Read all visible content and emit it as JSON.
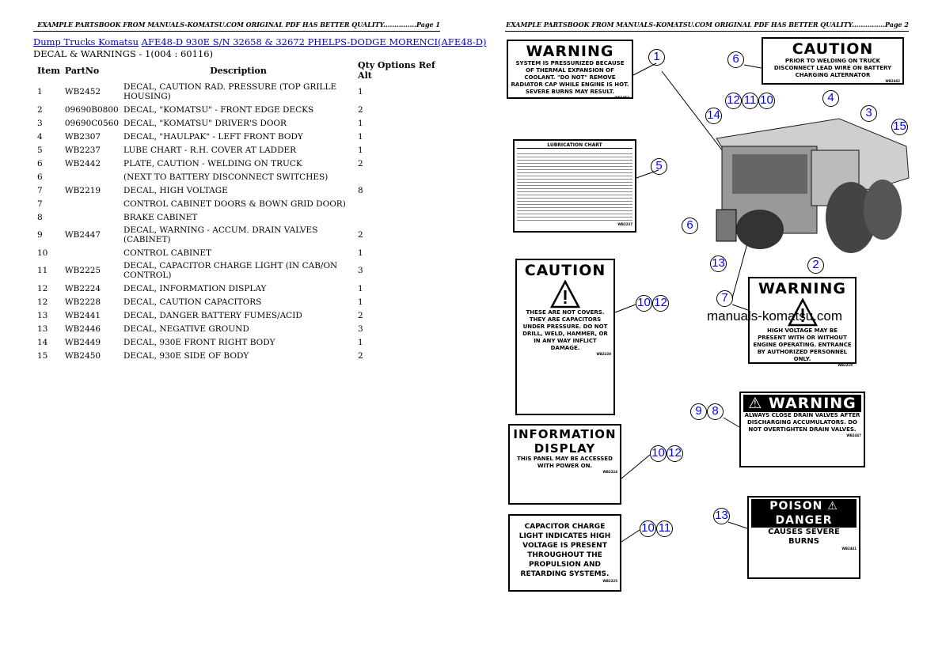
{
  "header_left": "EXAMPLE PARTSBOOK FROM MANUALS-KOMATSU.COM ORIGINAL PDF HAS BETTER QUALITY...............Page 1",
  "header_right": "EXAMPLE PARTSBOOK FROM MANUALS-KOMATSU.COM ORIGINAL PDF HAS BETTER QUALITY...............Page 2",
  "breadcrumb": {
    "link1": "Dump Trucks Komatsu",
    "link2": "AFE48-D 930E S/N 32658 & 32672 PHELPS-DODGE MORENCI(AFE48-D)"
  },
  "section_title": "DECAL & WARNINGS - 1(004 : 60116)",
  "columns": [
    "Item",
    "PartNo",
    "Description",
    "Qty Options Ref Alt"
  ],
  "rows": [
    [
      "1",
      "WB2452",
      "DECAL, CAUTION RAD. PRESSURE (TOP GRILLE HOUSING)",
      "1"
    ],
    [
      "2",
      "09690B0800",
      "DECAL, \"KOMATSU\" - FRONT EDGE DECKS",
      "2"
    ],
    [
      "3",
      "09690C0560",
      "DECAL, \"KOMATSU\" DRIVER'S DOOR",
      "1"
    ],
    [
      "4",
      "WB2307",
      "DECAL, \"HAULPAK\" - LEFT FRONT BODY",
      "1"
    ],
    [
      "5",
      "WB2237",
      "LUBE CHART - R.H. COVER AT LADDER",
      "1"
    ],
    [
      "6",
      "WB2442",
      "PLATE, CAUTION - WELDING ON TRUCK",
      "2"
    ],
    [
      "6",
      "",
      "(NEXT TO BATTERY DISCONNECT SWITCHES)",
      ""
    ],
    [
      "7",
      "WB2219",
      "DECAL, HIGH VOLTAGE",
      "8"
    ],
    [
      "7",
      "",
      "CONTROL CABINET DOORS & BOWN GRID DOOR)",
      ""
    ],
    [
      "8",
      "",
      "BRAKE CABINET",
      ""
    ],
    [
      "9",
      "WB2447",
      "DECAL, WARNING - ACCUM. DRAIN VALVES (CABINET)",
      "2"
    ],
    [
      "10",
      "",
      "CONTROL CABINET",
      "1"
    ],
    [
      "11",
      "WB2225",
      "DECAL, CAPACITOR CHARGE LIGHT (IN CAB/ON CONTROL)",
      "3"
    ],
    [
      "12",
      "WB2224",
      "DECAL, INFORMATION DISPLAY",
      "1"
    ],
    [
      "12",
      "WB2228",
      "DECAL, CAUTION CAPACITORS",
      "1"
    ],
    [
      "13",
      "WB2441",
      "DECAL, DANGER BATTERY FUMES/ACID",
      "2"
    ],
    [
      "13",
      "WB2446",
      "DECAL, NEGATIVE GROUND",
      "3"
    ],
    [
      "14",
      "WB2449",
      "DECAL, 930E FRONT RIGHT BODY",
      "1"
    ],
    [
      "15",
      "WB2450",
      "DECAL, 930E SIDE OF BODY",
      "2"
    ]
  ],
  "diagram": {
    "watermark": "manuals-komatsu.com",
    "decals": [
      {
        "title": "WARNING",
        "body": "SYSTEM IS PRESSURIZED BECAUSE OF THERMAL EXPANSION OF COOLANT. \"DO NOT\" REMOVE RADIATOR CAP WHILE ENGINE IS HOT. SEVERE BURNS MAY RESULT.",
        "code": "WB2452"
      },
      {
        "title": "CAUTION",
        "body": "PRIOR TO WELDING ON TRUCK DISCONNECT LEAD WIRE ON BATTERY CHARGING ALTERNATOR",
        "code": "WB2442"
      },
      {
        "title": "LUBRICATION CHART",
        "body": "",
        "code": "WB2237"
      },
      {
        "title": "CAUTION",
        "body": "THESE ARE NOT COVERS. THEY ARE CAPACITORS UNDER PRESSURE. DO NOT DRILL, WELD, HAMMER, OR IN ANY WAY INFLICT DAMAGE.",
        "code": "WB2228"
      },
      {
        "title": "WARNING",
        "body": "HIGH VOLTAGE MAY BE PRESENT WITH OR WITHOUT ENGINE OPERATING. ENTRANCE BY AUTHORIZED PERSONNEL ONLY.",
        "code": "WB2219"
      },
      {
        "title": "INFORMATION DISPLAY",
        "body": "THIS PANEL MAY BE ACCESSED WITH POWER ON.",
        "code": "WB2224"
      },
      {
        "title": "⚠ WARNING",
        "body": "ALWAYS CLOSE DRAIN VALVES AFTER DISCHARGING ACCUMULATORS. DO NOT OVERTIGHTEN DRAIN VALVES.",
        "code": "WB2447"
      },
      {
        "title": "",
        "body": "CAPACITOR CHARGE LIGHT INDICATES HIGH VOLTAGE IS PRESENT THROUGHOUT THE PROPULSION AND RETARDING SYSTEMS.",
        "code": "WB2225"
      },
      {
        "title": "POISON ⚠ DANGER",
        "body": "CAUSES SEVERE BURNS",
        "code": "WB2441"
      }
    ],
    "callouts": [
      "1",
      "6",
      "12",
      "11",
      "10",
      "4",
      "3",
      "15",
      "14",
      "5",
      "6",
      "13",
      "2",
      "7",
      "10",
      "12",
      "9",
      "8",
      "10",
      "12",
      "10",
      "11",
      "13"
    ]
  }
}
